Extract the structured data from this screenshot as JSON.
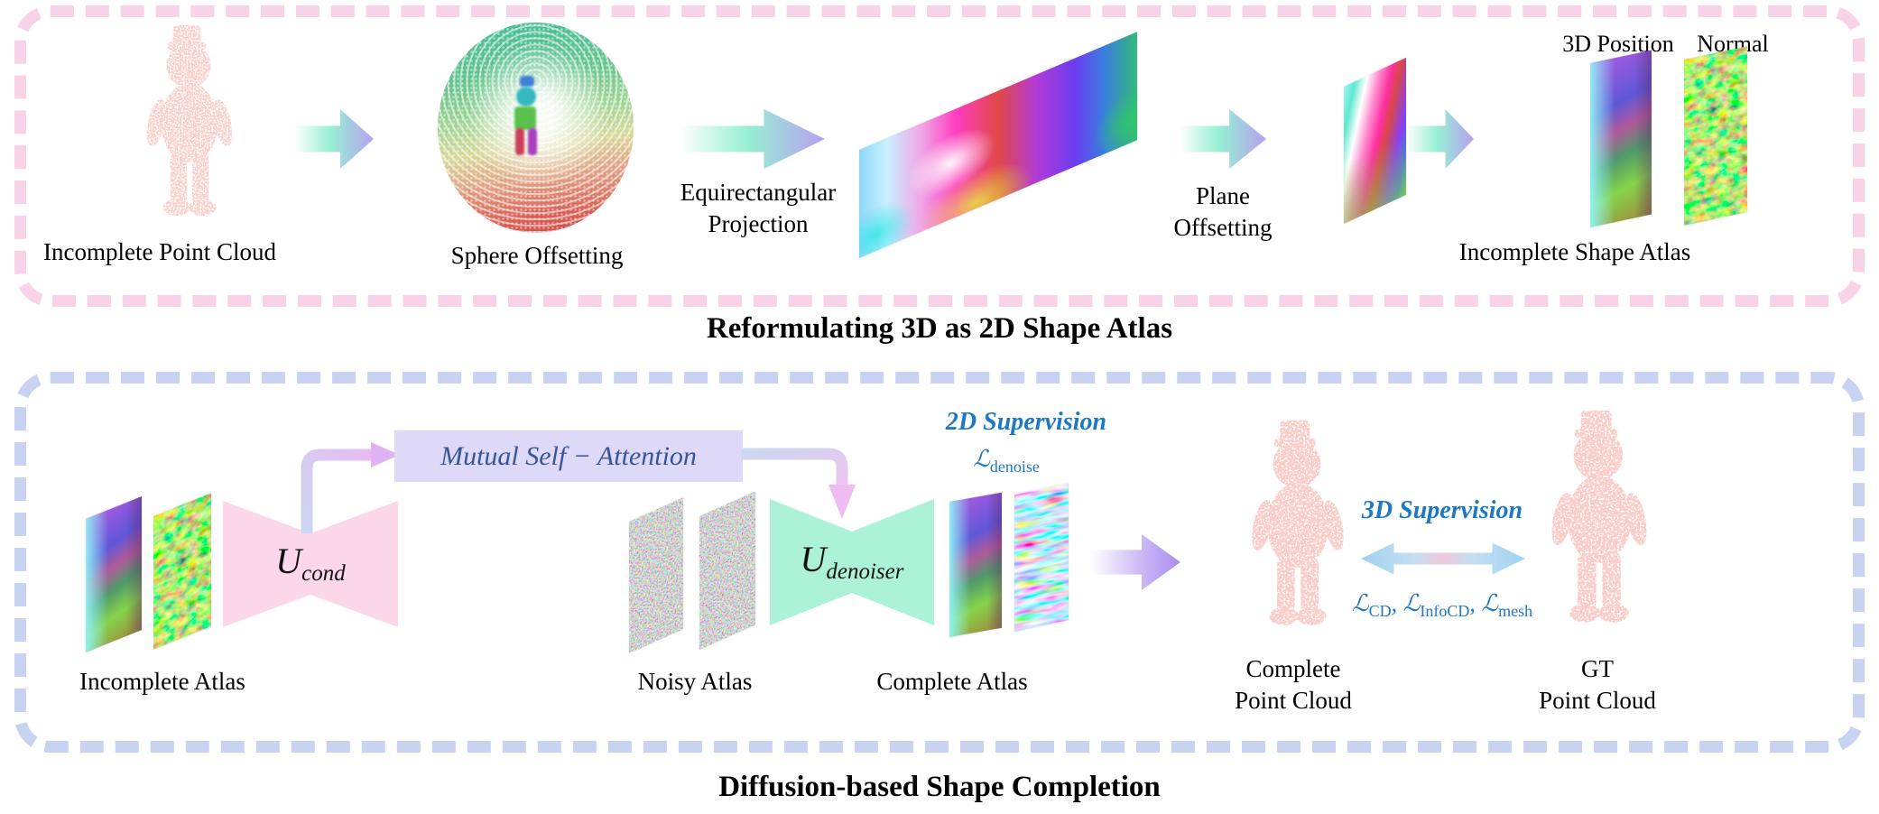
{
  "top_section": {
    "title": "Reformulating 3D as 2D Shape Atlas",
    "incomplete_pc_label": "Incomplete Point Cloud",
    "sphere_label": "Sphere Offsetting",
    "equirect_line1": "Equirectangular",
    "equirect_line2": "Projection",
    "plane_line1": "Plane",
    "plane_line2": "Offsetting",
    "pos_label": "3D Position",
    "normal_label": "Normal",
    "atlas_label": "Incomplete Shape Atlas"
  },
  "bottom_section": {
    "title": "Diffusion-based Shape Completion",
    "incomplete_atlas_label": "Incomplete Atlas",
    "noisy_atlas_label": "Noisy Atlas",
    "complete_atlas_label": "Complete Atlas",
    "u_cond": {
      "base": "U",
      "sub": "cond"
    },
    "u_denoiser": {
      "base": "U",
      "sub": "denoiser"
    },
    "msa_label": "Mutual Self − Attention",
    "sup2d": {
      "title": "2D Supervision",
      "loss_base": "ℒ",
      "loss_sub": "denoise"
    },
    "sup3d": {
      "title": "3D Supervision",
      "loss1": {
        "base": "ℒ",
        "sub": "CD",
        "sep": ", "
      },
      "loss2": {
        "base": "ℒ",
        "sub": "InfoCD",
        "sep": ", "
      },
      "loss3": {
        "base": "ℒ",
        "sub": "mesh",
        "sep": ""
      }
    },
    "complete_pc_line1": "Complete",
    "complete_pc_line2": "Point Cloud",
    "gt_line1": "GT",
    "gt_line2": "Point Cloud"
  },
  "colors": {
    "pink_border": "#f8d2e6",
    "blue_border": "#c8d3f2",
    "arrow_teal": "#97efd3",
    "arrow_purple": "#b7a1f0",
    "u_cond_fill": "#fbd7e9",
    "u_denoiser_fill": "#abf2d8",
    "msa_fill": "#ded9f8",
    "msa_text": "#35549b",
    "supervision_blue": "#1d79c5",
    "point_cloud_salmon": "#f69b94"
  }
}
